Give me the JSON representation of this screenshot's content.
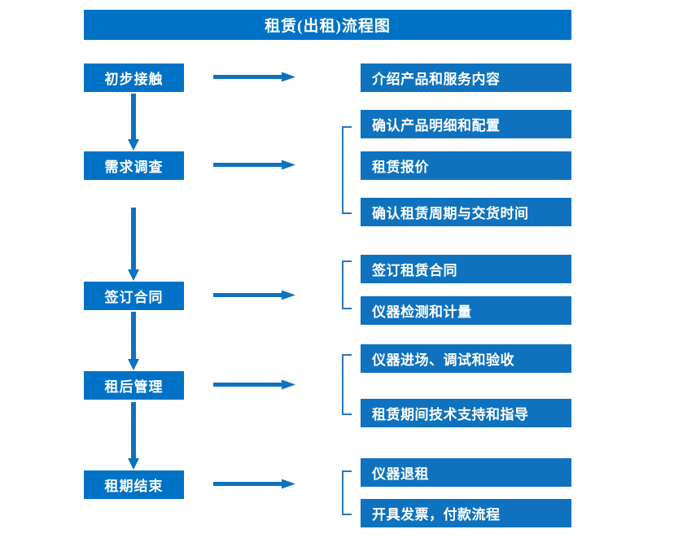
{
  "title": "租赁(出租)流程图",
  "colors": {
    "box_blue": "#0072C6",
    "detail_blue": "#0F72BE",
    "arrow_blue": "#0F72BE",
    "bracket_blue": "#2E75B6",
    "text": "#FFFFFF",
    "background": "#FFFFFF"
  },
  "stages": [
    {
      "label": "初步接触"
    },
    {
      "label": "需求调查"
    },
    {
      "label": "签订合同"
    },
    {
      "label": "租后管理"
    },
    {
      "label": "租期结束"
    }
  ],
  "details": [
    {
      "label": "介绍产品和服务内容"
    },
    {
      "label": "确认产品明细和配置"
    },
    {
      "label": "租赁报价"
    },
    {
      "label": "确认租赁周期与交货时间"
    },
    {
      "label": "签订租赁合同"
    },
    {
      "label": "仪器检测和计量"
    },
    {
      "label": "仪器进场、调试和验收"
    },
    {
      "label": "租赁期间技术支持和指导"
    },
    {
      "label": "仪器退租"
    },
    {
      "label": "开具发票，付款流程"
    }
  ],
  "connectors": {
    "horizontal_arrow_count": 5,
    "vertical_arrow_count": 4,
    "bracket_count": 4
  }
}
